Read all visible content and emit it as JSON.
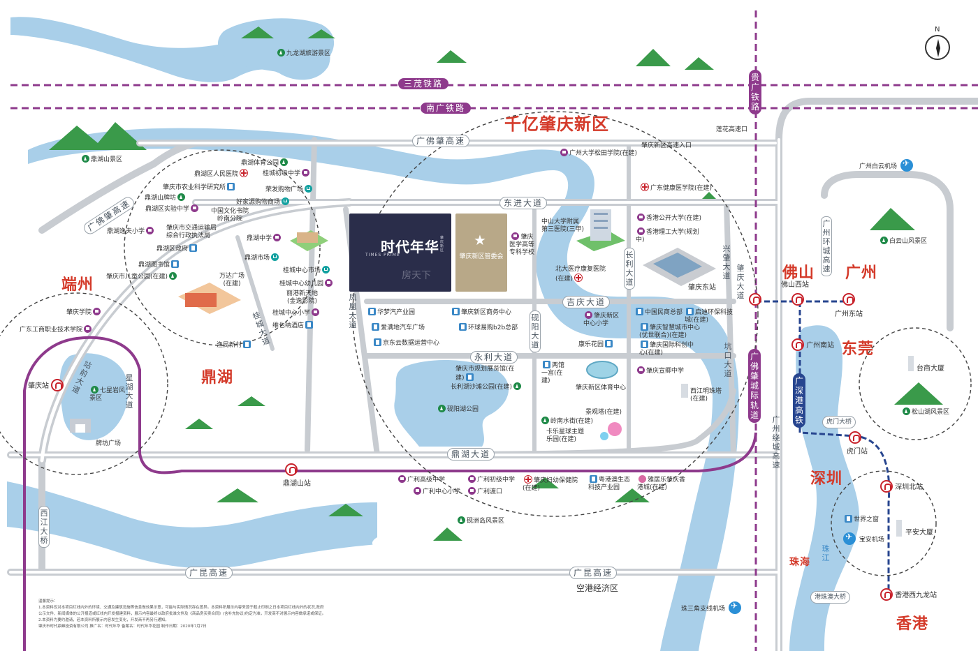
{
  "districts": {
    "qianyi": "千亿肇庆新区",
    "duanzhou": "端州",
    "dinghu": "鼎湖",
    "foshan": "佛山",
    "guangzhou": "广州",
    "dongguan": "东莞",
    "shenzhen": "深圳",
    "hongkong": "香港",
    "zhuhai": "珠海"
  },
  "project": {
    "name": "时代年华",
    "subtitle": "TIMES PRIME",
    "vertical_note": "肇庆新区",
    "gov_label": "肇庆新区管委会",
    "watermark": "房天下"
  },
  "compass": {
    "label": "N"
  },
  "railways": {
    "sanmao": "三茂铁路",
    "nanguang": "南广铁路",
    "guigang": "贵广铁路",
    "zhaoqing_intercity": "广佛肇城际轨道",
    "guangshengang": "广深港高铁"
  },
  "roads": {
    "guangfozhao": "广佛肇高速",
    "guangfozhao_diag": "广佛肇高速",
    "dongjin": "东进大道",
    "jiqing": "吉庆大道",
    "yongli": "永利大道",
    "dinghu_dadao": "鼎湖大道",
    "guangkun_left": "广昆高速",
    "guangkun_right": "广昆高速",
    "changli": "长利大道",
    "xingzhao": "兴肇大道",
    "fenghuang": "凤凰大道",
    "yanyang": "砚阳大道",
    "zhaoqing_dadao": "肇庆大道",
    "kanjiao": "坑口大道",
    "xingyan": "星湖大道",
    "guiyou": "桂城大道",
    "xiluo": "站前大道",
    "guangzhou_huancheng": "广州环城高速",
    "guangzhou_raocheng": "广州绕城高速",
    "xijiang_bridge": "西江大桥",
    "humen_bridge": "虎门大桥",
    "gangzhuao_bridge": "港珠澳大桥",
    "lianhua_exit": "莲花高速口",
    "newarea_entry": "肇庆新区高速入口"
  },
  "stations": {
    "zhaoqing": "肇庆站",
    "dinghushan": "鼎湖山站",
    "zhaoqingdong": "肇庆东站",
    "foshanxi": "佛山西站",
    "guangzhoudong": "广州东站",
    "guangzhounan": "广州南站",
    "humen": "虎门站",
    "shenzhenbei": "深圳北站",
    "xianggang": "香港西九龙站"
  },
  "airports": {
    "baiyun": "广州白云机场",
    "baoan": "宝安机场",
    "zhusanjiao": "珠三角支线机场"
  },
  "pois": {
    "jiulonghu": "九龙湖旅游景区",
    "dinghushan_scenic": "鼎湖山景区",
    "tiyu_park": "鼎湖体育公园",
    "renmin_hosp": "鼎湖区人民医院",
    "guicheng_middle": "桂城初级中学",
    "nongke": "肇庆市农业科学研究所",
    "paifang": "鼎湖山牌坊",
    "rongfa": "荣发购物广场",
    "shiyan_middle": "鼎湖区实验中学",
    "haojia": "好家源购物商场",
    "book_city": "中国文化书院岭南分院",
    "jiaotong": "肇庆市交通运输局综合行政执法局",
    "gengfu": "鼎湖逸夫小学",
    "quzhengfu": "鼎湖区政府",
    "dinghu_middle": "鼎湖中学",
    "library": "鼎湖图书馆",
    "dinghu_market": "鼎湖市场",
    "guicheng_market": "桂城中心市场",
    "children_park": "肇庆市儿童公园(在建)",
    "wanda": "万达广场(在建)",
    "guicheng_kinder": "桂城中心幼儿园",
    "lijiang": "丽港新天地(金逸影院)",
    "guicheng_primary": "桂城中心小学",
    "weiye_hotel": "维也纳酒店",
    "yucun": "渔民新村",
    "zhaoqing_college": "肇庆学院",
    "guangdong_tech": "广东工商职业技术学院",
    "qixingyan": "七星岩风景区",
    "paifang_square": "牌坊广场",
    "songtian": "广州大学松田学院(在建)",
    "health_college": "广东健康医学院(在建)",
    "zhongshan_hosp": "中山大学附属第三医院(三甲)",
    "medical_school": "肇庆医学高等专科学校",
    "hk_open_univ": "香港公开大学(在建)",
    "hk_tech_univ": "香港理工大学(规划中)",
    "beida_hosp": "北大医疗康复医院(在建)",
    "huameng": "华梦汽产业园",
    "business_center": "肇庆新区商务中心",
    "aiman": "爱满地汽车广场",
    "b2b": "环球易购b2b总部",
    "jingdong": "京东云数据运营中心",
    "china_business": "中国民商总部",
    "qidi": "启迪环保科技城(在建)",
    "newarea_primary": "肇庆新区中心小学",
    "smart_city": "肇庆智慧城市中心(优世联合)(在建)",
    "kangle": "康乐花园",
    "intl_center": "肇庆国际科创中心(在建)",
    "planning_hall": "肇庆市规划展览馆(在建)",
    "changli_park": "长利湖沙滩公园(在建)",
    "yanyang_park": "砚阳湖公园",
    "liangguan": "两馆一宫(在建)",
    "sports_center": "肇庆新区体育中心",
    "yuzhong": "肇庆宣卿中学",
    "xijiang_tower": "西江明珠塔(在建)",
    "jingguan_tower": "景观塔(在建)",
    "lingnan_street": "岭南水街(在建)",
    "carnival": "卡乐星球主题乐园(在建)",
    "guangli_high": "广利高级中学",
    "guangli_junior": "广利初级中学",
    "guangli_primary": "广利中心小学",
    "guangli_ferry": "广利渡口",
    "maternal": "肇庆妇幼保健院(在建)",
    "guangao_park": "粤港澳生态科技产业园",
    "yaju": "雅居乐肇庆香港城(在建)",
    "yanzhou": "砚洲岛风景区",
    "kongang": "空港经济区",
    "baiyunshan": "白云山风景区",
    "taishang": "台商大厦",
    "songshanhu": "松山湖风景区",
    "window": "世界之窗",
    "pingan": "平安大厦"
  },
  "notes": {
    "line1": "温馨提示：",
    "line2": "1.本资料仅对本项目红线内外的环境、交通及建筑设施等信息做效果示意，可能与实际情况存在差异。本资料所展示内容来源于截止印刷之日本项目红线内外的状况,政府",
    "line3": "公示文件、新闻媒体的公开报道或红线内开发报建资料，展示内容最终以政府批准文件及《商品房买卖合同》(含补充协议)约定为准，开发商不对展示内容做承诺或保证。",
    "line4": "2.本资料为要约邀请，若本资料所展示内容发生变化，开发商不再另行通知。",
    "line5": "肇庆市时代鼎峰投资有限公司  推广名：时代年华  备案名：时代年华花园  制作日期：2020年7月7日"
  }
}
